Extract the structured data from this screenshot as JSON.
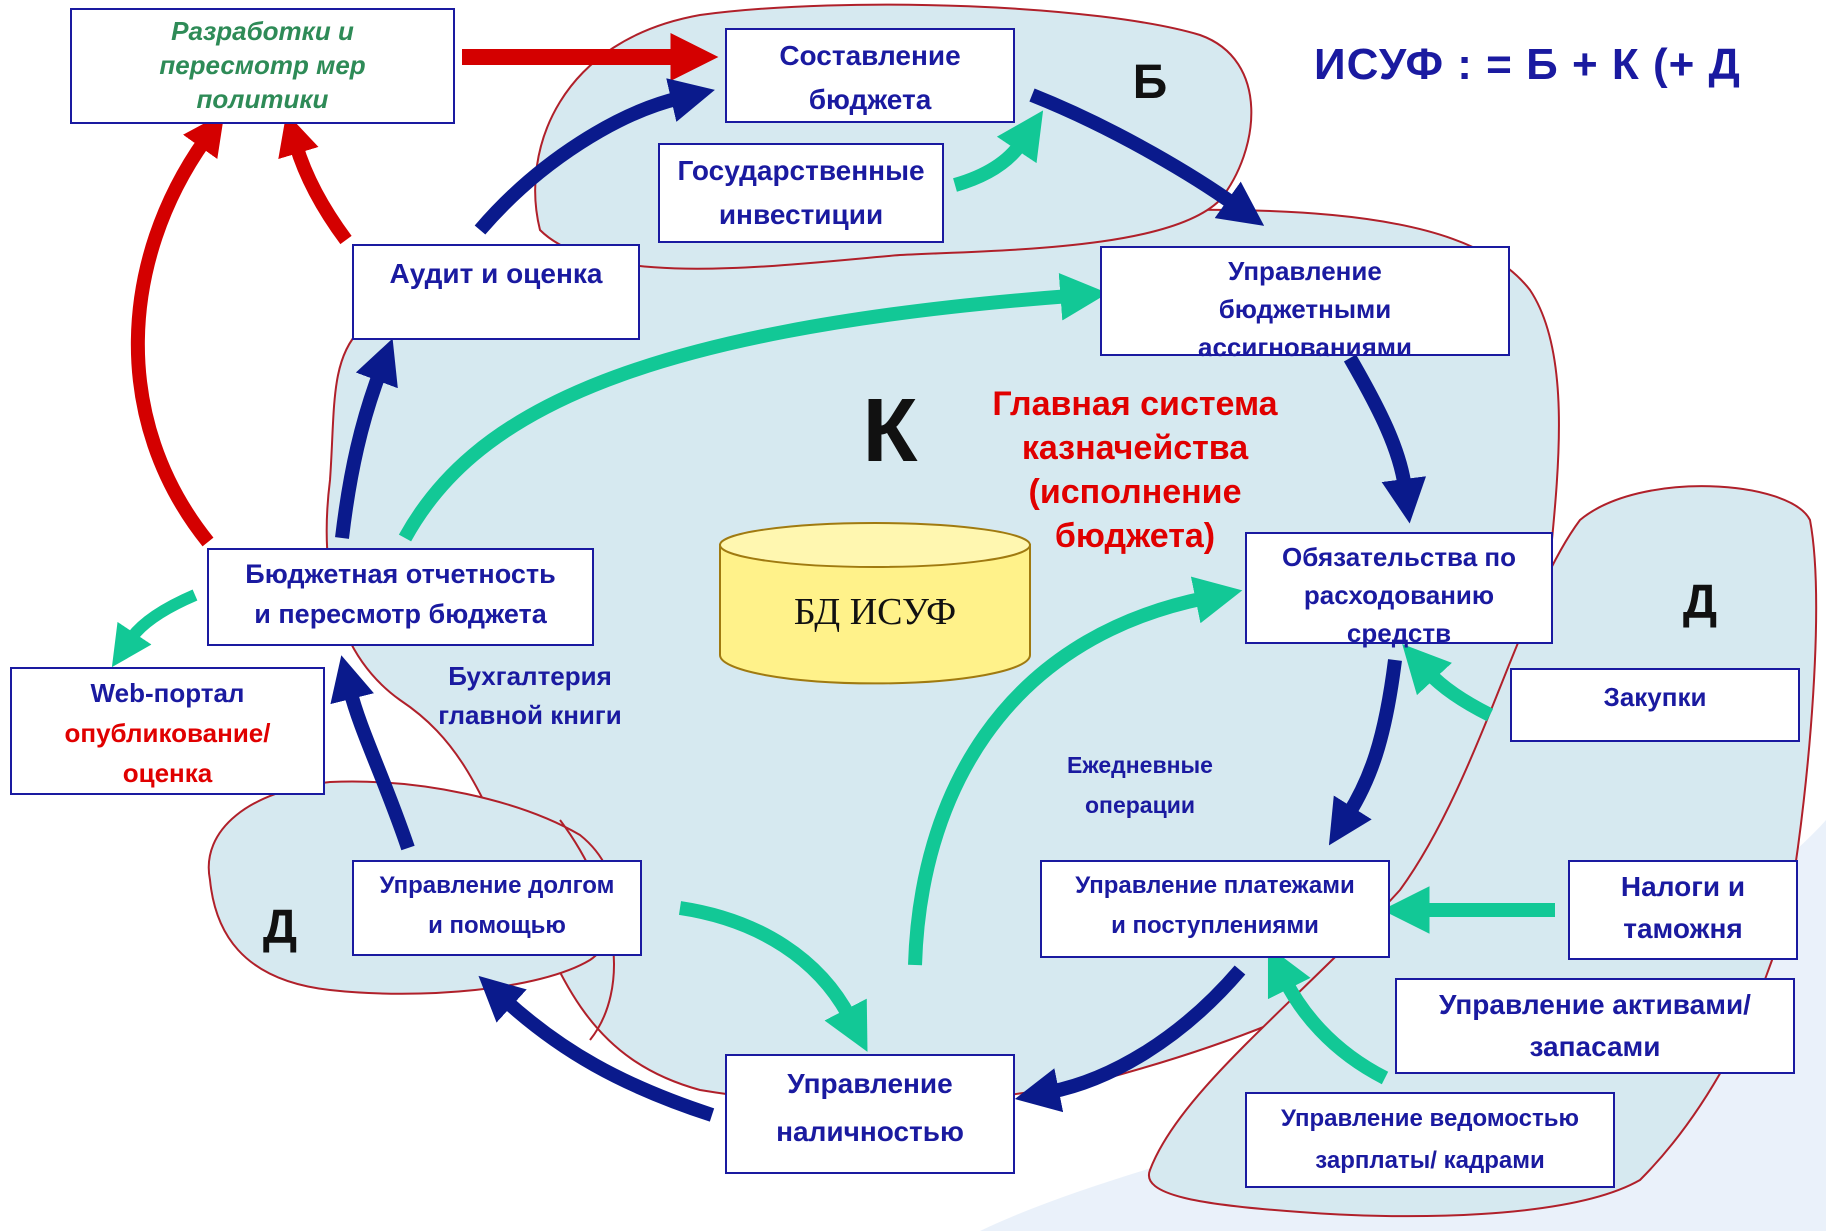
{
  "formula": "ИСУФ : = Б + К (+ Д",
  "region_labels": {
    "b": "Б",
    "k": "К",
    "d_right": "Д",
    "d_left": "Д"
  },
  "center_title": "Главная система\nказначейства\n(исполнение\nбюджета)",
  "database_label": "БД ИСУФ",
  "ledger_label": "Бухгалтерия\nглавной книги",
  "daily_ops_label": "Ежедневные\nоперации",
  "boxes": {
    "policy": "Разработки и\nпересмотр мер\nполитики",
    "budget_prep": "Составление\nбюджета",
    "public_invest": "Государственные\nинвестиции",
    "audit": "Аудит и оценка",
    "appropriations": "Управление\nбюджетными\nассигнованиями",
    "commitments": "Обязательства по\nрасходованию\nсредств",
    "reporting": "Бюджетная отчетность\nи пересмотр бюджета",
    "webportal_line1": "Web-портал",
    "webportal_line2": "опубликование/\nоценка",
    "procurement": "Закупки",
    "payments": "Управление платежами\nи поступлениями",
    "taxes": "Налоги и\nтаможня",
    "assets": "Управление активами/\nзапасами",
    "payroll": "Управление ведомостью\nзарплаты/ кадрами",
    "debt": "Управление долгом\nи помощью",
    "cash": "Управление\nналичностью"
  },
  "colors": {
    "navy": "#0a1a8c",
    "teal": "#12c896",
    "red": "#d40000",
    "region_fill": "#d6e9f0",
    "region_stroke": "#b0202a"
  }
}
